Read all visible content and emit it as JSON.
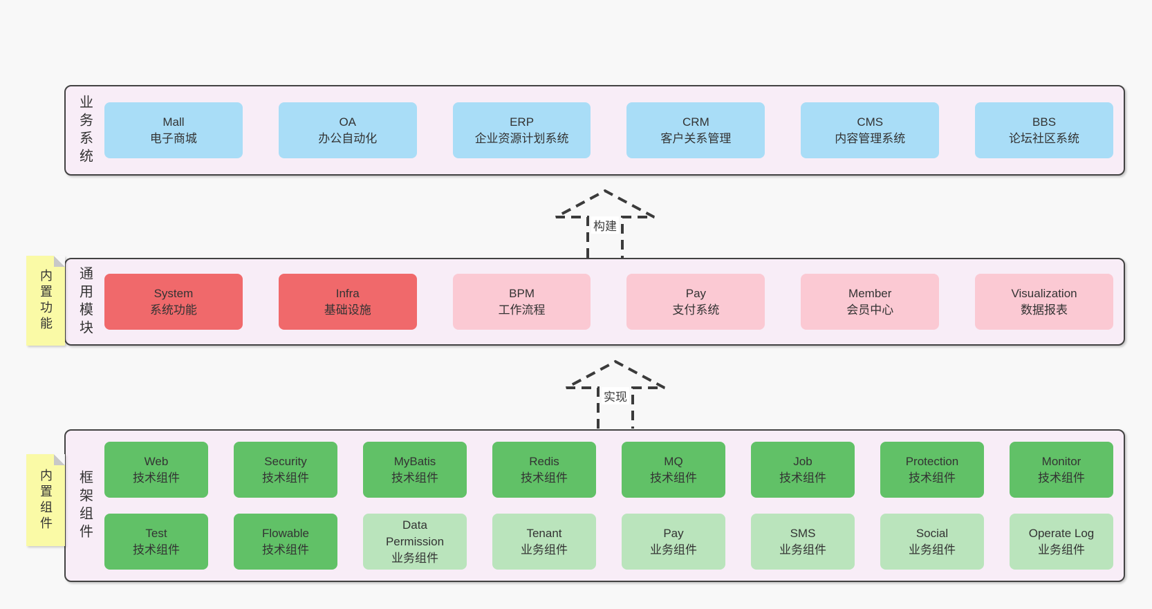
{
  "palette": {
    "page_bg": "#f8f8f8",
    "section_bg": "#f8edf7",
    "section_border": "#424242",
    "blue": "#a9ddf7",
    "red": "#f0696b",
    "pink": "#fbc9d3",
    "green": "#61c167",
    "green_light": "#bae4bc",
    "note_yellow": "#fafaa6",
    "note_fold_gray": "#c8c8c8",
    "text": "#333333"
  },
  "business": {
    "label": "业务系统",
    "boxes": [
      {
        "name": "Mall",
        "desc": "电子商城",
        "variant": "blue"
      },
      {
        "name": "OA",
        "desc": "办公自动化",
        "variant": "blue"
      },
      {
        "name": "ERP",
        "desc": "企业资源计划系统",
        "variant": "blue"
      },
      {
        "name": "CRM",
        "desc": "客户关系管理",
        "variant": "blue"
      },
      {
        "name": "CMS",
        "desc": "内容管理系统",
        "variant": "blue"
      },
      {
        "name": "BBS",
        "desc": "论坛社区系统",
        "variant": "blue"
      }
    ]
  },
  "modules": {
    "label": "通用模块",
    "note": "内置功能",
    "boxes": [
      {
        "name": "System",
        "desc": "系统功能",
        "variant": "red"
      },
      {
        "name": "Infra",
        "desc": "基础设施",
        "variant": "red"
      },
      {
        "name": "BPM",
        "desc": "工作流程",
        "variant": "pink"
      },
      {
        "name": "Pay",
        "desc": "支付系统",
        "variant": "pink"
      },
      {
        "name": "Member",
        "desc": "会员中心",
        "variant": "pink"
      },
      {
        "name": "Visualization",
        "desc": "数据报表",
        "variant": "pink"
      }
    ]
  },
  "framework": {
    "label": "框架组件",
    "note": "内置组件",
    "row1": [
      {
        "name": "Web",
        "desc": "技术组件",
        "variant": "green"
      },
      {
        "name": "Security",
        "desc": "技术组件",
        "variant": "green"
      },
      {
        "name": "MyBatis",
        "desc": "技术组件",
        "variant": "green"
      },
      {
        "name": "Redis",
        "desc": "技术组件",
        "variant": "green"
      },
      {
        "name": "MQ",
        "desc": "技术组件",
        "variant": "green"
      },
      {
        "name": "Job",
        "desc": "技术组件",
        "variant": "green"
      },
      {
        "name": "Protection",
        "desc": "技术组件",
        "variant": "green"
      },
      {
        "name": "Monitor",
        "desc": "技术组件",
        "variant": "green"
      }
    ],
    "row2": [
      {
        "name": "Test",
        "desc": "技术组件",
        "variant": "green"
      },
      {
        "name": "Flowable",
        "desc": "技术组件",
        "variant": "green"
      },
      {
        "name": "Data Permission",
        "desc": "业务组件",
        "variant": "green-light"
      },
      {
        "name": "Tenant",
        "desc": "业务组件",
        "variant": "green-light"
      },
      {
        "name": "Pay",
        "desc": "业务组件",
        "variant": "green-light"
      },
      {
        "name": "SMS",
        "desc": "业务组件",
        "variant": "green-light"
      },
      {
        "name": "Social",
        "desc": "业务组件",
        "variant": "green-light"
      },
      {
        "name": "Operate Log",
        "desc": "业务组件",
        "variant": "green-light"
      }
    ]
  },
  "arrows": {
    "build": "构建",
    "implement": "实现"
  }
}
